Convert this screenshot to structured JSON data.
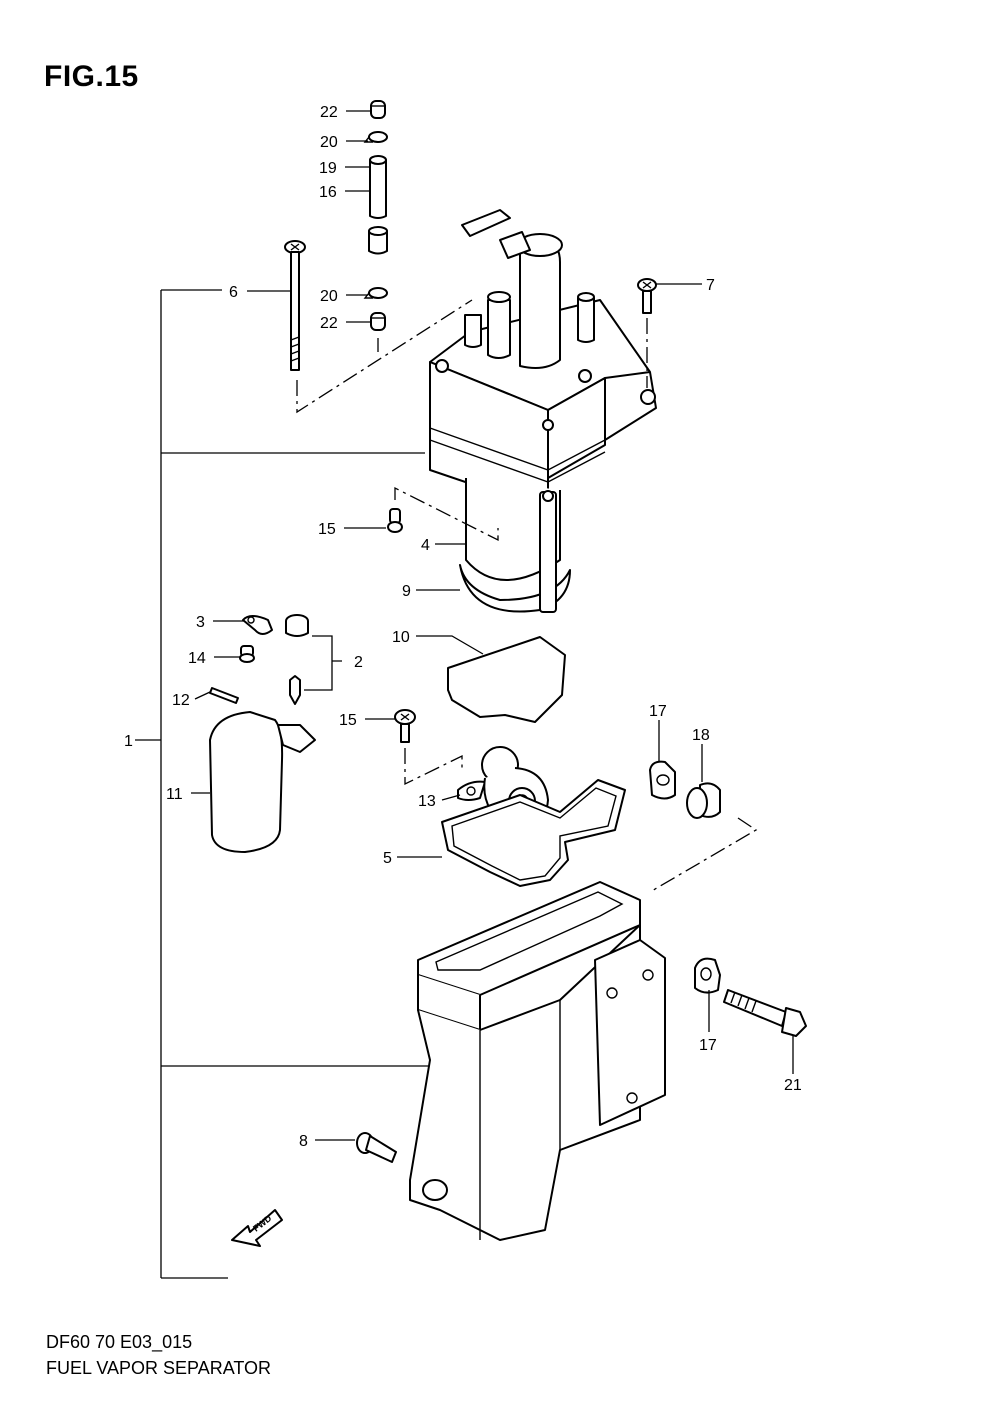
{
  "figure": {
    "title": "FIG.15"
  },
  "footer": {
    "code": "DF60 70 E03_015",
    "name": "FUEL VAPOR SEPARATOR"
  },
  "badge": {
    "fwd": "FWD"
  },
  "callouts": [
    {
      "id": "c22a",
      "text": "22"
    },
    {
      "id": "c20a",
      "text": "20"
    },
    {
      "id": "c19",
      "text": "19"
    },
    {
      "id": "c16",
      "text": "16"
    },
    {
      "id": "c6",
      "text": "6"
    },
    {
      "id": "c20b",
      "text": "20"
    },
    {
      "id": "c22b",
      "text": "22"
    },
    {
      "id": "c7",
      "text": "7"
    },
    {
      "id": "c15a",
      "text": "15"
    },
    {
      "id": "c4",
      "text": "4"
    },
    {
      "id": "c9",
      "text": "9"
    },
    {
      "id": "c3",
      "text": "3"
    },
    {
      "id": "c14",
      "text": "14"
    },
    {
      "id": "c2",
      "text": "2"
    },
    {
      "id": "c10",
      "text": "10"
    },
    {
      "id": "c12",
      "text": "12"
    },
    {
      "id": "c15b",
      "text": "15"
    },
    {
      "id": "c17a",
      "text": "17"
    },
    {
      "id": "c18",
      "text": "18"
    },
    {
      "id": "c1",
      "text": "1"
    },
    {
      "id": "c11",
      "text": "11"
    },
    {
      "id": "c13",
      "text": "13"
    },
    {
      "id": "c5",
      "text": "5"
    },
    {
      "id": "c17b",
      "text": "17"
    },
    {
      "id": "c21",
      "text": "21"
    },
    {
      "id": "c8",
      "text": "8"
    }
  ]
}
